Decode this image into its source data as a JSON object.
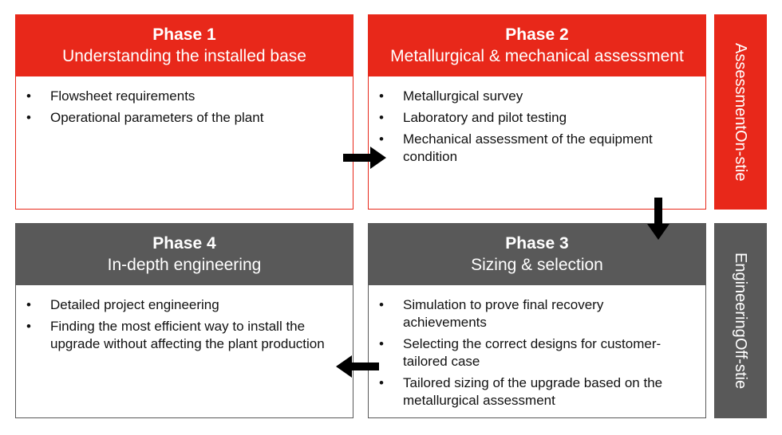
{
  "phases": [
    {
      "title": "Phase 1",
      "subtitle": "Understanding the installed base",
      "items": [
        "Flowsheet requirements",
        "Operational parameters of the plant"
      ]
    },
    {
      "title": "Phase 2",
      "subtitle": "Metallurgical & mechanical assessment",
      "items": [
        "Metallurgical survey",
        "Laboratory and pilot testing",
        "Mechanical assessment of the equipment condition"
      ]
    },
    {
      "title": "Phase 3",
      "subtitle": "Sizing & selection",
      "items": [
        "Simulation to prove final recovery achievements",
        "Selecting the correct designs for customer-tailored case",
        "Tailored sizing of the upgrade based on the metallurgical assessment"
      ]
    },
    {
      "title": "Phase 4",
      "subtitle": "In-depth engineering",
      "items": [
        "Detailed project engineering",
        "Finding the most efficient way to install the upgrade without affecting the plant production"
      ]
    }
  ],
  "side": {
    "top": [
      "Assessment",
      "On-stie"
    ],
    "bottom": [
      "Engineering",
      "Off-stie"
    ]
  },
  "colors": {
    "red": "#e8281a",
    "gray": "#595959"
  }
}
